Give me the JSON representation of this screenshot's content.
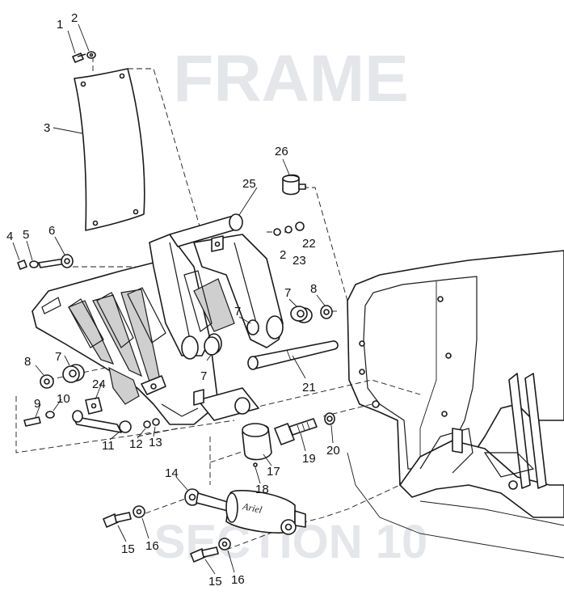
{
  "background_text": {
    "top": "FRAME",
    "bottom": "SECTION 10"
  },
  "shock_brand": "Ariel",
  "parts": [
    {
      "number": "1"
    },
    {
      "number": "2"
    },
    {
      "number": "3"
    },
    {
      "number": "4"
    },
    {
      "number": "5"
    },
    {
      "number": "6"
    },
    {
      "number": "7"
    },
    {
      "number": "8"
    },
    {
      "number": "2"
    },
    {
      "number": "23"
    },
    {
      "number": "22"
    },
    {
      "number": "7"
    },
    {
      "number": "8"
    },
    {
      "number": "7"
    },
    {
      "number": "7"
    },
    {
      "number": "25"
    },
    {
      "number": "26"
    },
    {
      "number": "21"
    },
    {
      "number": "24"
    },
    {
      "number": "9"
    },
    {
      "number": "10"
    },
    {
      "number": "11"
    },
    {
      "number": "12"
    },
    {
      "number": "13"
    },
    {
      "number": "17"
    },
    {
      "number": "18"
    },
    {
      "number": "19"
    },
    {
      "number": "20"
    },
    {
      "number": "14"
    },
    {
      "number": "15"
    },
    {
      "number": "16"
    },
    {
      "number": "15"
    },
    {
      "number": "16"
    }
  ],
  "colors": {
    "ink": "#1a1a1a",
    "bleed": "#e4e6ea",
    "paper": "#ffffff"
  }
}
